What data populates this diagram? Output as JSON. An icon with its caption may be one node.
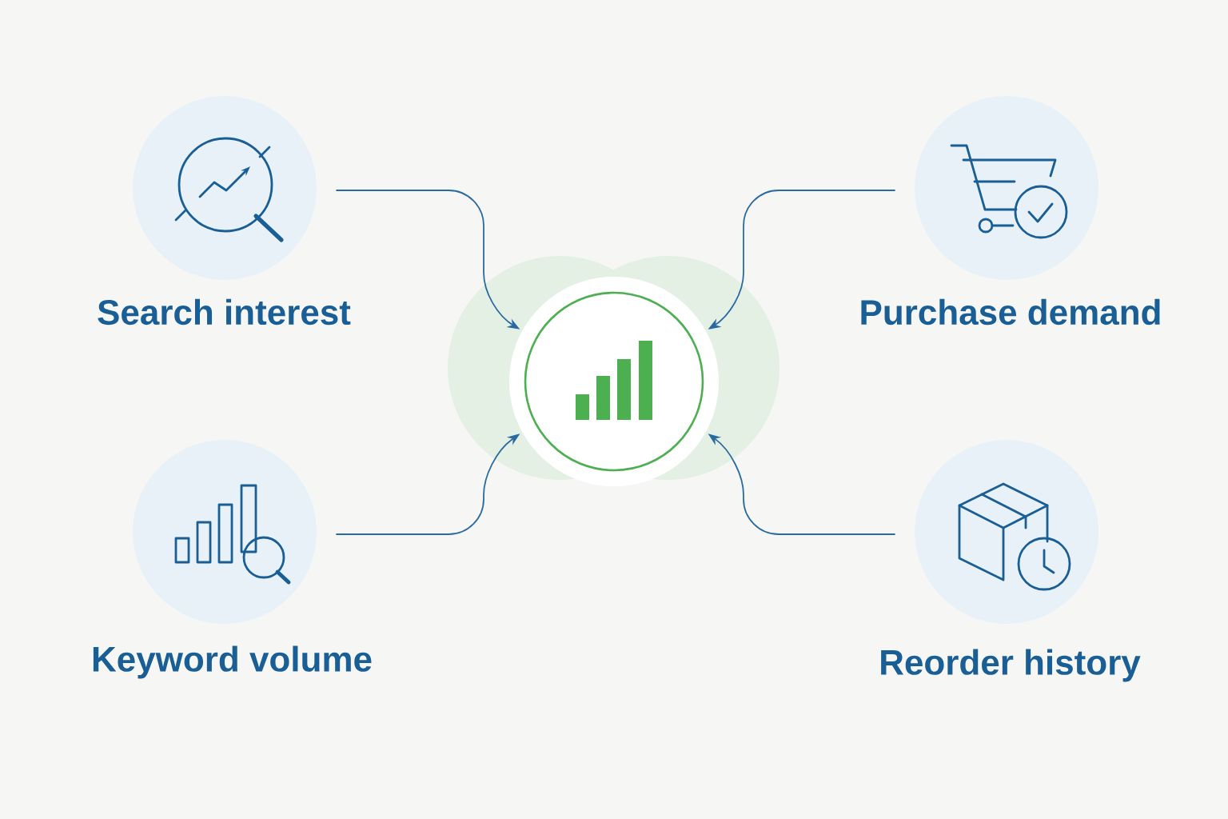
{
  "diagram": {
    "nodes": [
      {
        "text": [
          "Search interest"
        ]
      },
      {
        "text": [
          "Purchase demand"
        ]
      },
      {
        "text": [],
        "shape": "circle"
      },
      {
        "text": [
          "Keyword volume"
        ]
      },
      {
        "text": [
          "Reorder history"
        ]
      }
    ],
    "edges": [
      {
        "from": 0,
        "to": 2,
        "arrow": "to"
      },
      {
        "from": 1,
        "to": 2,
        "arrow": "to"
      },
      {
        "from": 3,
        "to": 2,
        "arrow": "to"
      },
      {
        "from": 4,
        "to": 2,
        "arrow": "to"
      }
    ]
  }
}
